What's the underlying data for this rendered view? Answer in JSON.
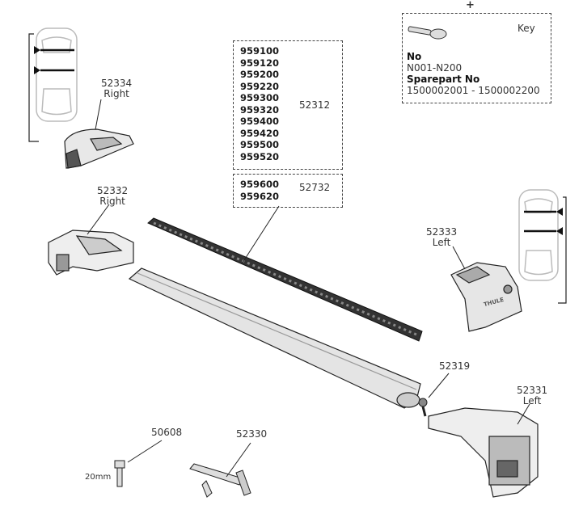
{
  "key_box": {
    "plus": "+",
    "title": "Key",
    "no_label": "No",
    "no_value": "N001-N200",
    "sparepart_label": "Sparepart No",
    "sparepart_value": "1500002001 - 1500002200"
  },
  "rubber_strip_groups": [
    {
      "models": [
        "959100",
        "959120",
        "959200",
        "959220",
        "959300",
        "959320",
        "959400",
        "959420",
        "959500",
        "959520"
      ],
      "part": "52312"
    },
    {
      "models": [
        "959600",
        "959620"
      ],
      "part": "52732"
    }
  ],
  "parts": {
    "p52334": {
      "number": "52334",
      "side": "Right"
    },
    "p52332": {
      "number": "52332",
      "side": "Right"
    },
    "p52333": {
      "number": "52333",
      "side": "Left"
    },
    "p52319": {
      "number": "52319"
    },
    "p52331": {
      "number": "52331",
      "side": "Left"
    },
    "p50608": {
      "number": "50608",
      "length": "20mm"
    },
    "p52330": {
      "number": "52330"
    }
  },
  "logo": "THULE"
}
